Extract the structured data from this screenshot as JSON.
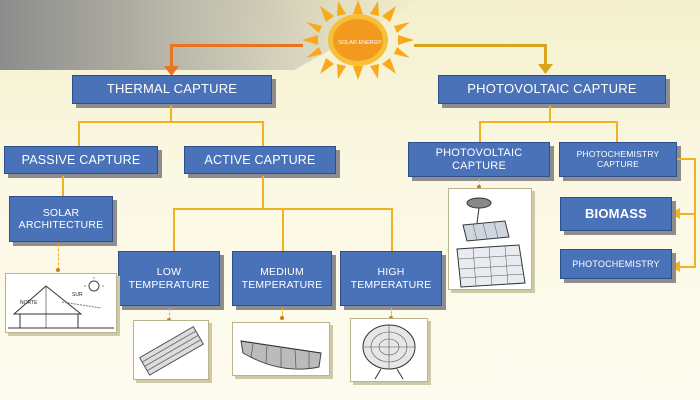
{
  "sun": {
    "label": "SOLAR ENERGY"
  },
  "boxes": {
    "thermal": "THERMAL CAPTURE",
    "photovoltaic": "PHOTOVOLTAIC CAPTURE",
    "passive": "PASSIVE CAPTURE",
    "active": "ACTIVE CAPTURE",
    "pv_capture": "PHOTOVOLTAIC CAPTURE",
    "photochem_capture": "PHOTOCHEMISTRY CAPTURE",
    "solar_arch": "SOLAR ARCHITECTURE",
    "biomass": "BIOMASS",
    "photochemistry": "PHOTOCHEMISTRY",
    "low": "LOW TEMPERATURE",
    "medium": "MEDIUM TEMPERATURE",
    "high": "HIGH TEMPERATURE"
  },
  "house_labels": {
    "north": "NORTE",
    "sun": "SUR"
  },
  "colors": {
    "box_fill": "#4a72b8",
    "connector": "#f2b120",
    "sun": "#f5a623"
  }
}
